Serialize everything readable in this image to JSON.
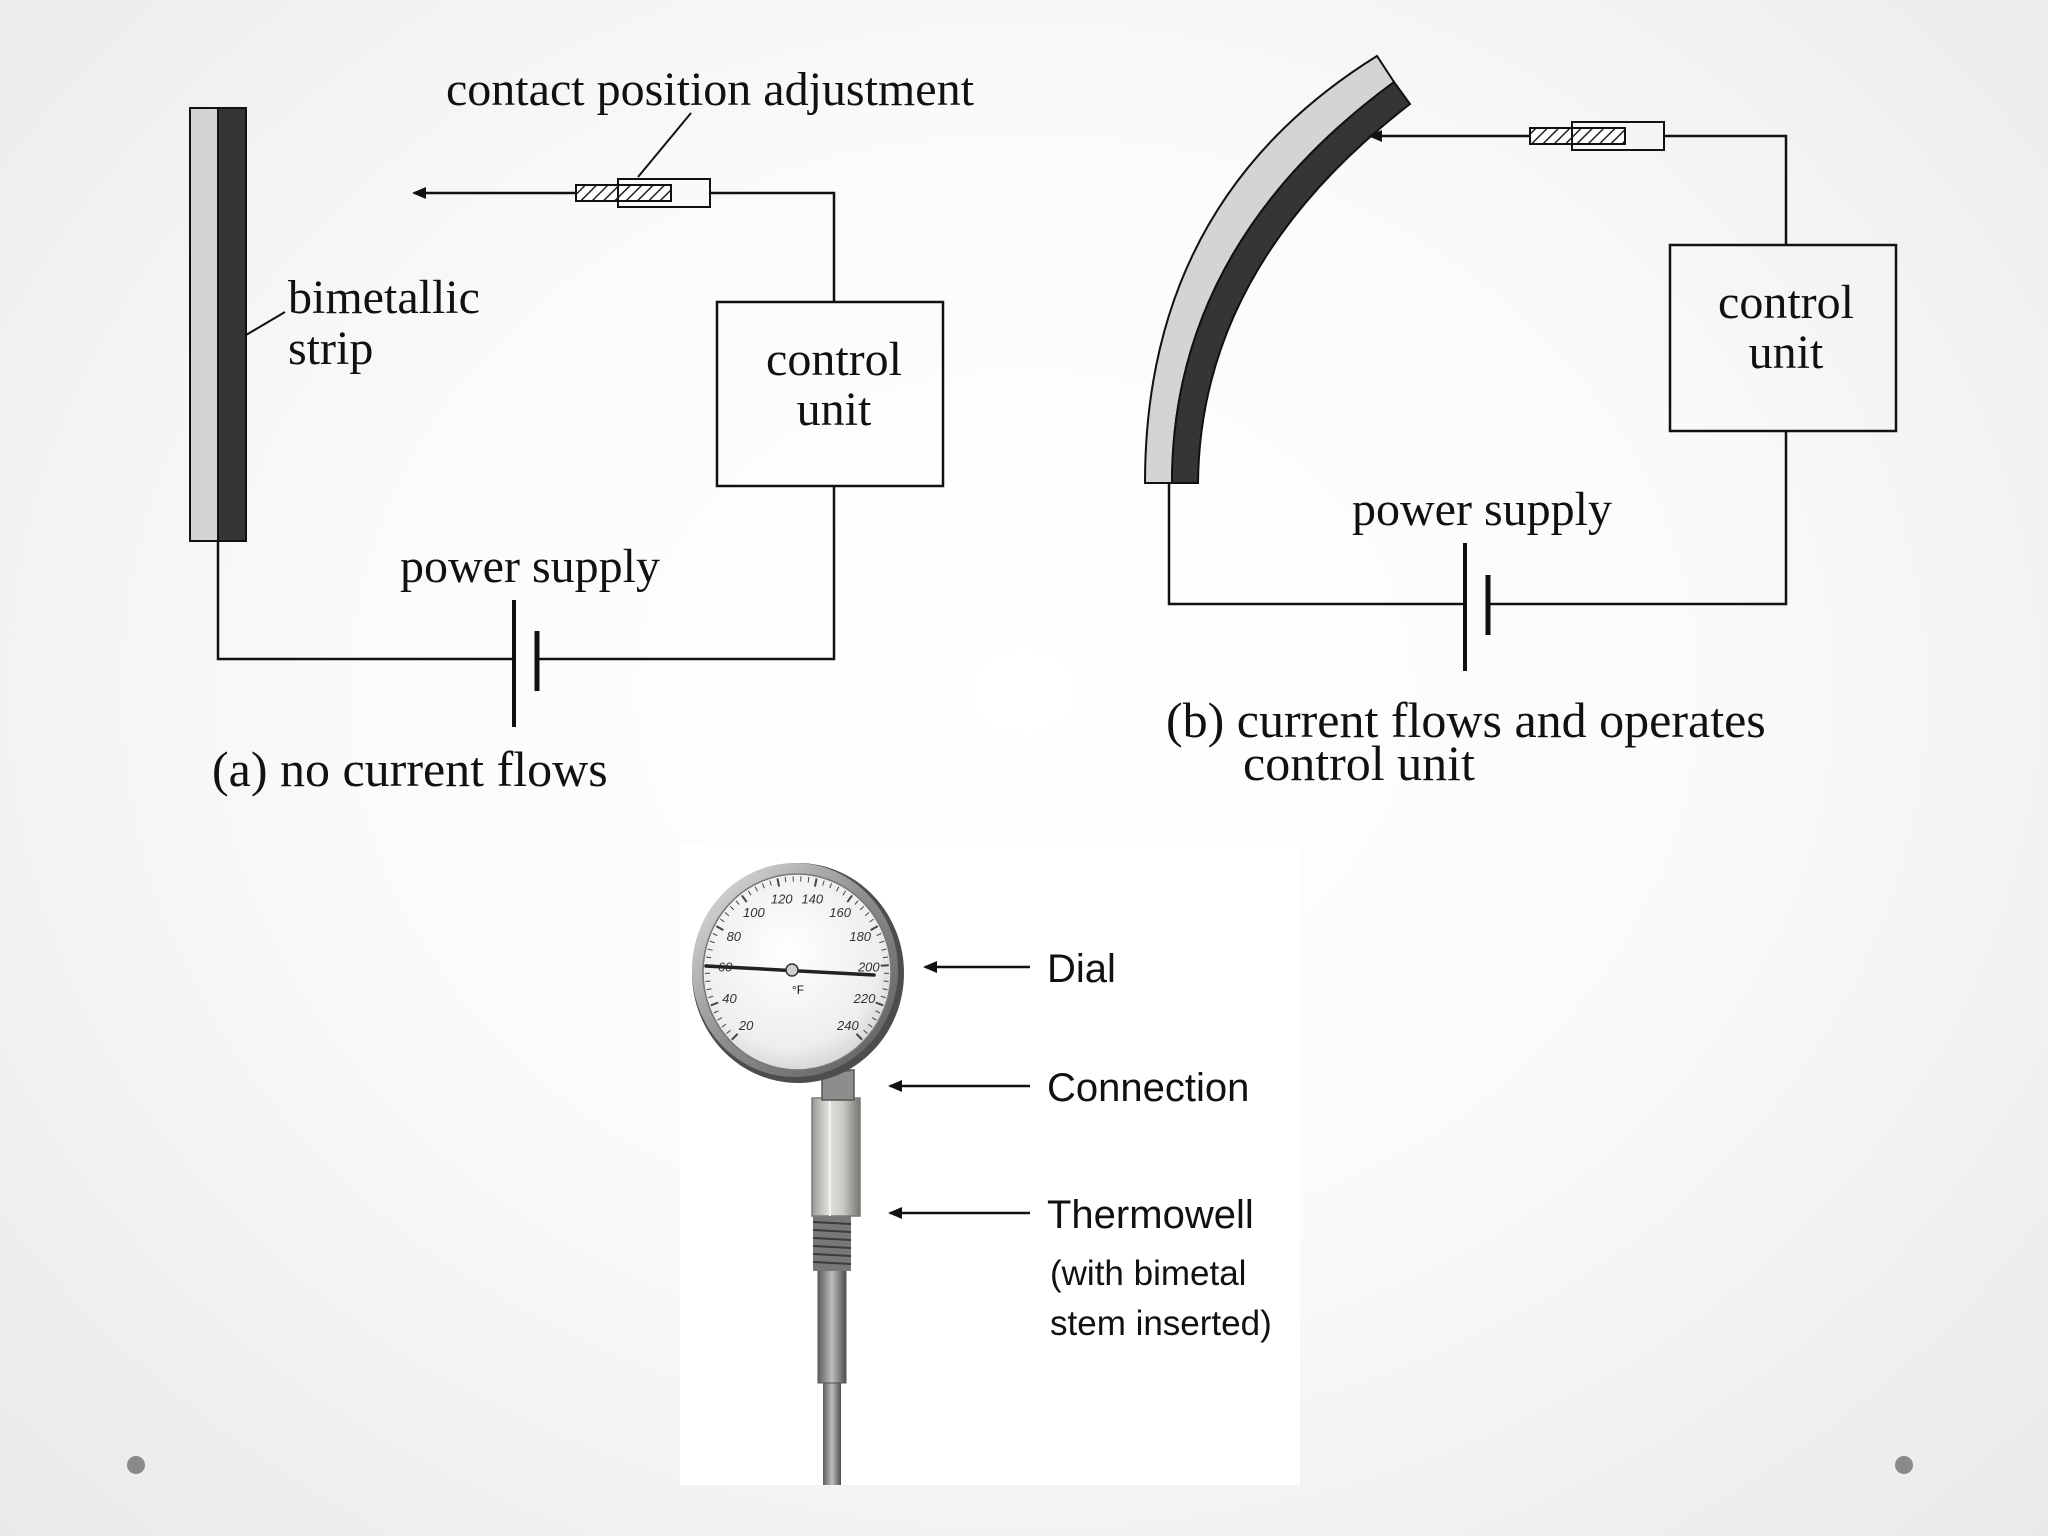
{
  "diagram_a": {
    "contact_label": "contact position adjustment",
    "strip_label_line1": "bimetallic",
    "strip_label_line2": "strip",
    "control_line1": "control",
    "control_line2": "unit",
    "power_label": "power supply",
    "caption": "(a) no current flows"
  },
  "diagram_b": {
    "control_line1": "control",
    "control_line2": "unit",
    "power_label": "power supply",
    "caption_line1": "(b) current flows and operates",
    "caption_line2": "control unit"
  },
  "thermometer": {
    "dial_label": "Dial",
    "connection_label": "Connection",
    "thermowell_label": "Thermowell",
    "thermowell_note_line1": "(with bimetal",
    "thermowell_note_line2": "stem inserted)",
    "unit": "°F",
    "scale": [
      "20",
      "40",
      "60",
      "80",
      "100",
      "120",
      "140",
      "160",
      "180",
      "200",
      "220",
      "240"
    ]
  },
  "colors": {
    "metal_light": "#d4d4d4",
    "metal_dark": "#353535",
    "line": "#111111",
    "background": "#f7f7f7"
  }
}
